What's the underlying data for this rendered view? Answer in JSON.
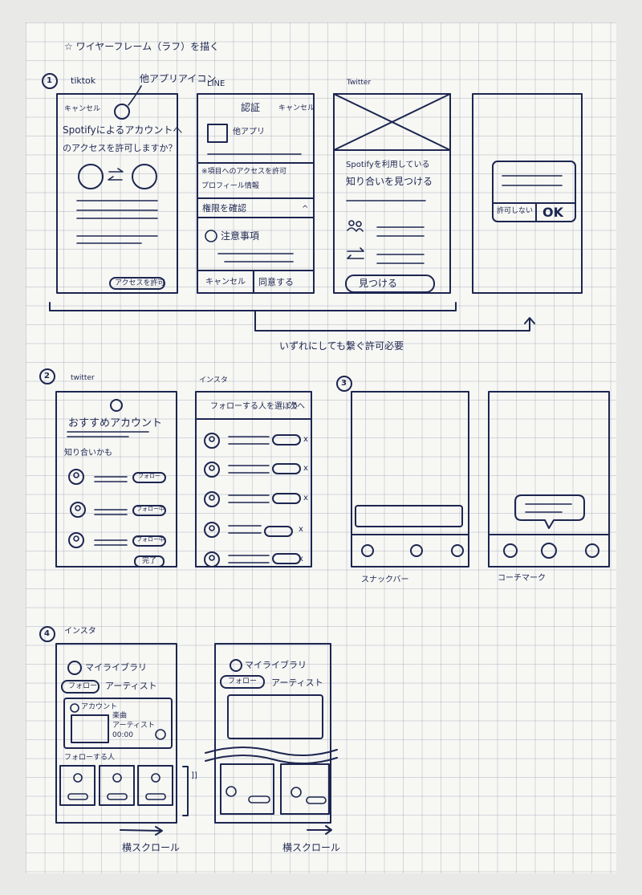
{
  "heading": "☆ ワイヤーフレーム（ラフ）を描く",
  "sections": {
    "s1": {
      "num": "1",
      "tiktok": {
        "app": "tiktok",
        "icon_note": "他アプリアイコン",
        "cancel": "キャンセル",
        "question_line1": "Spotifyによるアカウントへ",
        "question_line2": "のアクセスを許可しますか？",
        "allow_button": "アクセスを許可"
      },
      "line": {
        "app": "LINE",
        "auth": "認証",
        "cancel_top": "キャンセル",
        "other_app": "他アプリ",
        "access_line1": "※項目へのアクセスを許可",
        "access_line2": "プロフィール情報",
        "permission": "権限を確認",
        "caret": "^",
        "notice": "注意事項",
        "cancel_btn": "キャンセル",
        "agree_btn": "同意する"
      },
      "twitter": {
        "app": "Twitter",
        "find_line1": "Spotifyを利用している",
        "find_line2": "知り合いを見つける",
        "find_button": "見つける"
      },
      "dialog": {
        "deny": "許可しない",
        "ok": "OK"
      },
      "caption": "いずれにしても繋ぐ許可必要"
    },
    "s2": {
      "num": "2",
      "twitter": {
        "app": "twitter",
        "recommend": "おすすめアカウント",
        "maybe_know": "知り合いかも",
        "follow_labels": [
          "フォロー",
          "フォロー中",
          "フォロー中"
        ],
        "done": "完了"
      },
      "insta": {
        "app": "インスタ",
        "title": "フォローする人を選ぼう",
        "next": "次へ",
        "x_mark": "x"
      }
    },
    "s3": {
      "num": "3",
      "caption_left": "スナックバー",
      "caption_right": "コーチマーク"
    },
    "s4": {
      "num": "4",
      "app": "インスタ",
      "library_left": "マイライブラリ",
      "follow_tab_left": "フォロー",
      "artist_tab_left": "アーティスト",
      "account": "アカウント",
      "card_song": "楽曲",
      "card_artist": "アーティスト",
      "card_time": "00:00",
      "following": "フォローする人",
      "bracket": "]]",
      "scroll_left": "横スクロール",
      "library_right": "マイライブラリ",
      "follow_tab_right": "フォロー",
      "artist_tab_right": "アーティスト",
      "scroll_right": "横スクロール"
    }
  }
}
